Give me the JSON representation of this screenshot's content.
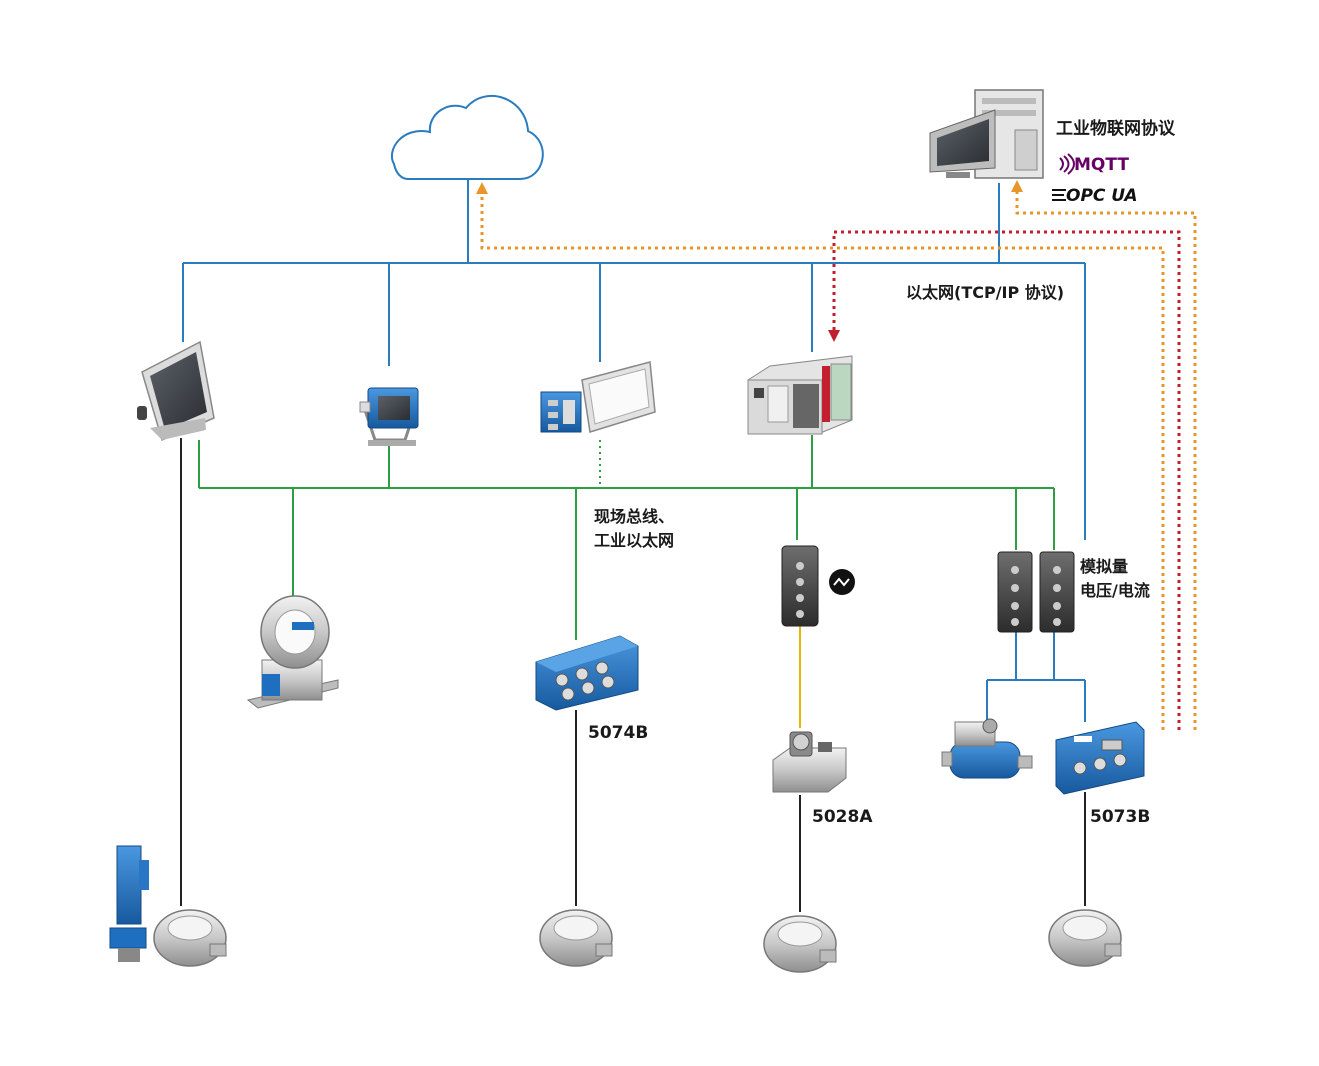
{
  "colors": {
    "ethernet": "#2b7bbf",
    "fieldbus": "#2e9e44",
    "sensor_cable": "#222222",
    "iolink": "#e8b400",
    "mqtt_path": "#e8962a",
    "opc_path": "#c21f2f",
    "device_blue": "#1f6fc0"
  },
  "labels": {
    "iiot_protocol": "工业物联网协议",
    "mqtt": "MQTT",
    "opcua": "OPC UA",
    "ethernet": "以太网(TCP/IP 协议)",
    "fieldbus_line1": "现场总线、",
    "fieldbus_line2": "工业以太网",
    "analog_line1": "模拟量",
    "analog_line2": "电压/电流",
    "device_5074b": "5074B",
    "device_5028a": "5028A",
    "device_5073b": "5073B"
  }
}
